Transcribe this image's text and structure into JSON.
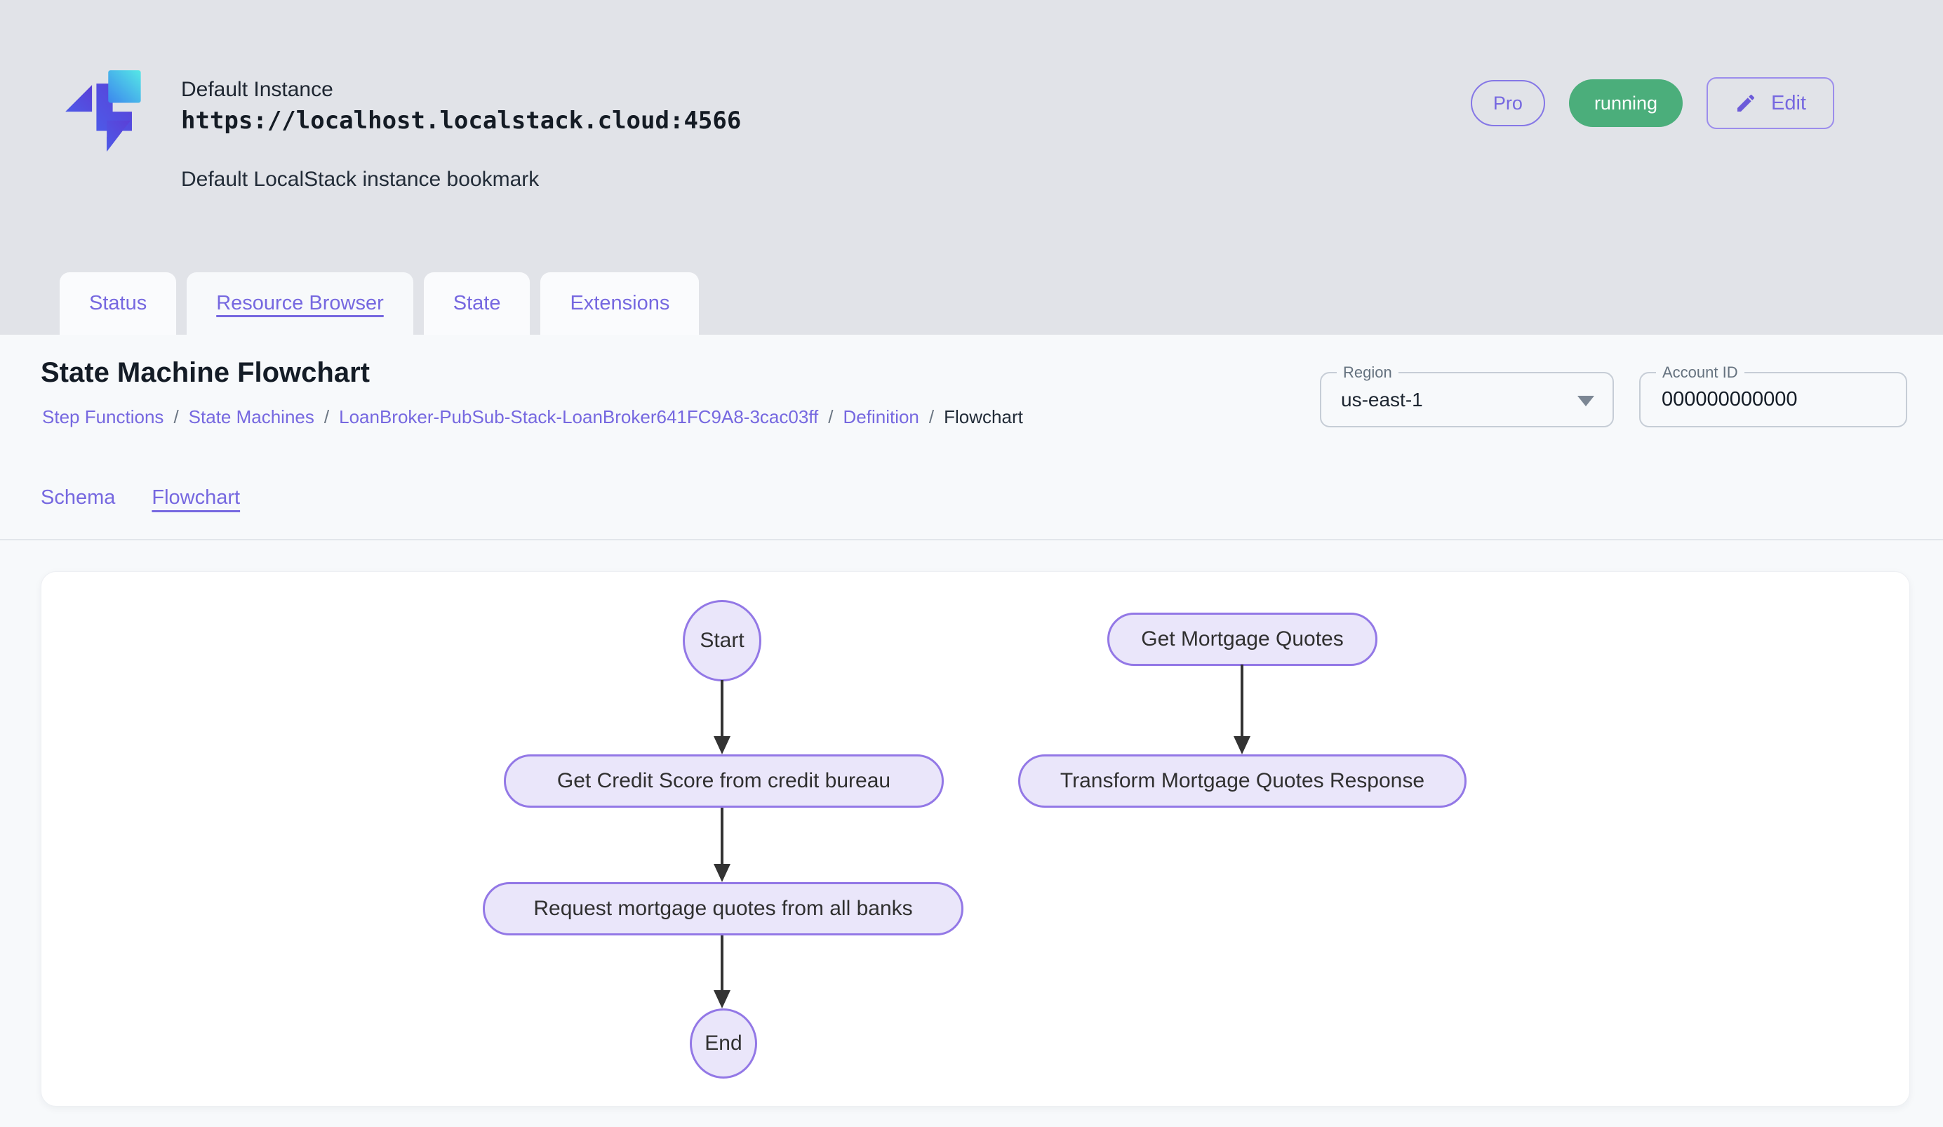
{
  "header": {
    "instance_name": "Default Instance",
    "instance_url": "https://localhost.localstack.cloud:4566",
    "instance_description": "Default LocalStack instance bookmark",
    "pro_badge": "Pro",
    "status_badge": "running",
    "edit_button": "Edit"
  },
  "tabs": [
    {
      "label": "Status",
      "active": false
    },
    {
      "label": "Resource Browser",
      "active": true
    },
    {
      "label": "State",
      "active": false
    },
    {
      "label": "Extensions",
      "active": false
    }
  ],
  "page": {
    "title": "State Machine Flowchart",
    "breadcrumb": {
      "items": [
        "Step Functions",
        "State Machines",
        "LoanBroker-PubSub-Stack-LoanBroker641FC9A8-3cac03ff",
        "Definition"
      ],
      "current": "Flowchart",
      "separator": "/"
    },
    "region_field": {
      "label": "Region",
      "value": "us-east-1"
    },
    "account_field": {
      "label": "Account ID",
      "value": "000000000000"
    },
    "subtabs": [
      {
        "label": "Schema",
        "active": false
      },
      {
        "label": "Flowchart",
        "active": true
      }
    ]
  },
  "flowchart": {
    "nodes": {
      "start": {
        "label": "Start",
        "shape": "ellipse"
      },
      "credit": {
        "label": "Get Credit Score from credit bureau",
        "shape": "stadium"
      },
      "request": {
        "label": "Request mortgage quotes from all banks",
        "shape": "stadium"
      },
      "end": {
        "label": "End",
        "shape": "ellipse"
      },
      "quotes": {
        "label": "Get Mortgage Quotes",
        "shape": "stadium"
      },
      "transform": {
        "label": "Transform Mortgage Quotes Response",
        "shape": "stadium"
      }
    },
    "edges": [
      {
        "from": "Start",
        "to": "Get Credit Score from credit bureau"
      },
      {
        "from": "Get Credit Score from credit bureau",
        "to": "Request mortgage quotes from all banks"
      },
      {
        "from": "Request mortgage quotes from all banks",
        "to": "End"
      },
      {
        "from": "Get Mortgage Quotes",
        "to": "Transform Mortgage Quotes Response"
      }
    ]
  },
  "icons": {
    "logo": "localstack-logo",
    "edit": "pencil-icon",
    "region": "chevron-down-icon"
  },
  "colors": {
    "accent_purple": "#7668e0",
    "node_border": "#9378e6",
    "node_fill": "#eae6fa",
    "status_green": "#4bae7b",
    "arrow": "#333333",
    "header_bg": "#e1e3e8",
    "panel_bg": "#f7f9fb",
    "card_bg": "#ffffff"
  }
}
